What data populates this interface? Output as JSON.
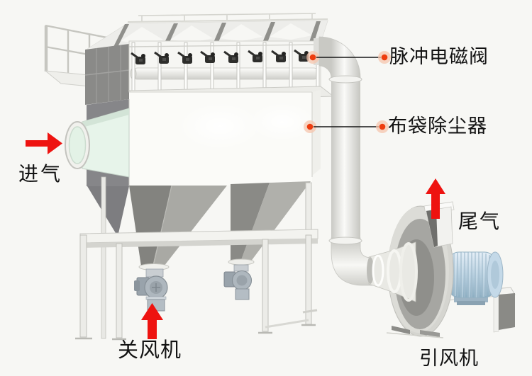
{
  "scene": {
    "description": "bag-filter dust collector system diagram",
    "labels": {
      "pulse_valve": {
        "text": "脉冲电磁阀"
      },
      "bag_filter": {
        "text": "布袋除尘器"
      },
      "air_inlet": {
        "text": "进气"
      },
      "exhaust_gas": {
        "text": "尾气"
      },
      "rotary_airlock": {
        "text": "关风机"
      },
      "induced_fan": {
        "text": "引风机"
      }
    },
    "colors": {
      "background": "#f7f7f4",
      "arrow_red": "#ee1310",
      "callout_dot": "#ee3c0e",
      "callout_halo": "#f6c5ae",
      "callout_line": "#161616",
      "machine_dark_panel": "#8a8a88",
      "hopper_grey": "#a9a9a4",
      "inlet_tint": "#e7f4ea",
      "motor_blue": "#b7cfdf",
      "valve_black": "#2e2e2c"
    }
  }
}
